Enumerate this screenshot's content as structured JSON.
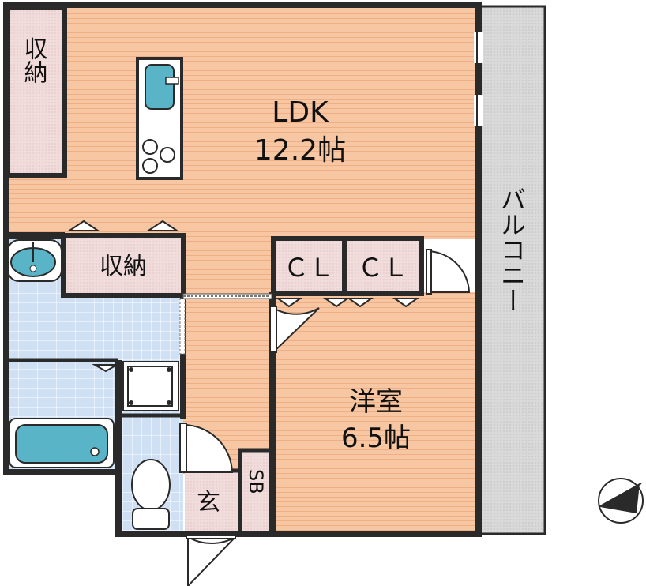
{
  "rooms": {
    "ldk": {
      "name": "LDK",
      "size": "12.2帖"
    },
    "bedroom": {
      "name": "洋室",
      "size": "6.5帖"
    },
    "storage_left": "収納",
    "storage_mid": "収納",
    "closet_1": "ＣＬ",
    "closet_2": "ＣＬ",
    "balcony": "バルコニー",
    "entrance": "玄",
    "shoe_box": "SB"
  },
  "colors": {
    "floor_wood": "#f7c6a3",
    "wet_area_tile": "#cfe0f5",
    "storage_fill": "#f1dcdc",
    "balcony_fill": "#d9d9d9",
    "fixture_teal": "#5ab4c8",
    "wall": "#2a2a2a"
  },
  "icons": {
    "compass": "north-arrow-icon",
    "sink": "kitchen-sink-icon",
    "stove": "stove-burner-icon",
    "washbasin": "washbasin-icon",
    "bathtub": "bathtub-icon",
    "toilet": "toilet-icon",
    "washer": "washing-machine-icon"
  }
}
